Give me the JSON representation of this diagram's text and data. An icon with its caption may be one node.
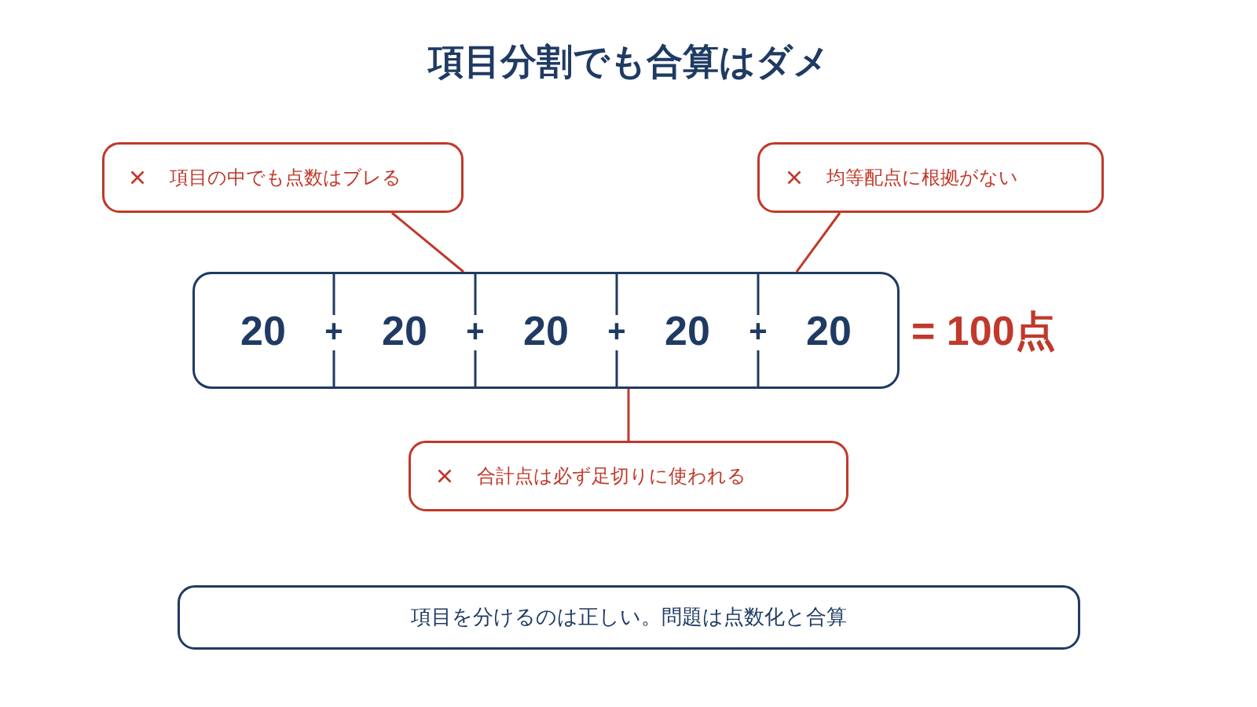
{
  "diagram": {
    "title": "項目分割でも合算はダメ",
    "nodes": [
      {
        "text": [
          "項目の中でも点数はブレる"
        ]
      },
      {
        "text": [
          "均等配点に根拠がない"
        ]
      },
      {
        "text": [],
        "shape": "box",
        "beside": [
          "= 100点"
        ]
      },
      {
        "text": [
          "20"
        ],
        "in": 2
      },
      {
        "text": [
          "20"
        ],
        "in": 2
      },
      {
        "text": [
          "20"
        ],
        "in": 2
      },
      {
        "text": [
          "20"
        ],
        "in": 2
      },
      {
        "text": [
          "20"
        ],
        "in": 2
      },
      {
        "text": [
          "合計点は必ず足切りに使われる"
        ]
      },
      {
        "text": [
          "項目を分けるのは正しい。問題は点数化と合算"
        ]
      }
    ],
    "edges": [
      {
        "from": 0,
        "to": 2,
        "arrow": "none"
      },
      {
        "from": 1,
        "to": 2,
        "arrow": "none"
      },
      {
        "from": 8,
        "to": 2,
        "arrow": "none"
      }
    ],
    "labels": [
      "+",
      "+",
      "+",
      "+"
    ]
  }
}
